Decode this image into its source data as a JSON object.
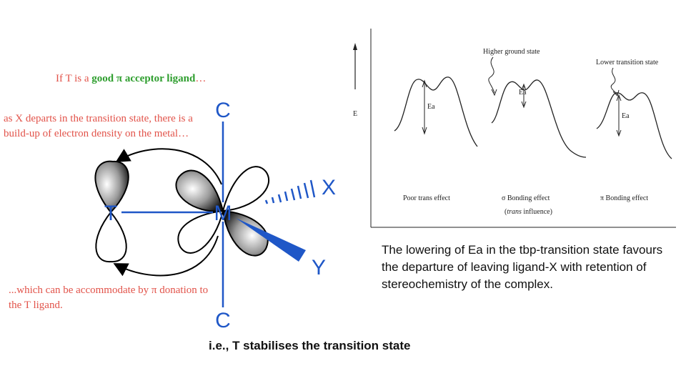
{
  "left_panel": {
    "intro_prefix": "If T is a ",
    "intro_highlight": "good π acceptor ligand",
    "intro_suffix": "…",
    "departure_note": "as X departs in the transition state, there is a build-up of electron density on the metal…",
    "accommodation_note": "...which can be accommodate by π donation to the T ligand.",
    "conclusion": "i.e., T stabilises the transition state",
    "atoms": {
      "top": "C",
      "bottom": "C",
      "left": "T",
      "center": "M",
      "upper_right": "X",
      "lower_right": "Y"
    }
  },
  "energy_plot": {
    "y_axis_label": "E",
    "annotations": {
      "higher_ground_state": "Higher ground state",
      "lower_transition_state": "Lower transition state"
    },
    "barrier_label": "Ea",
    "curve_labels": [
      "Poor trans effect",
      "σ Bonding effect",
      "π Bonding effect"
    ],
    "sub_label_italic": "trans",
    "sub_label_rest": " influence",
    "colors": {
      "atoms": "#1f57c7",
      "orange_text": "#e2534a",
      "green_text": "#2e9e2e"
    }
  },
  "caption": "The lowering of Ea in the tbp-transition state favours the departure of leaving ligand-X with retention of stereochemistry of the complex."
}
